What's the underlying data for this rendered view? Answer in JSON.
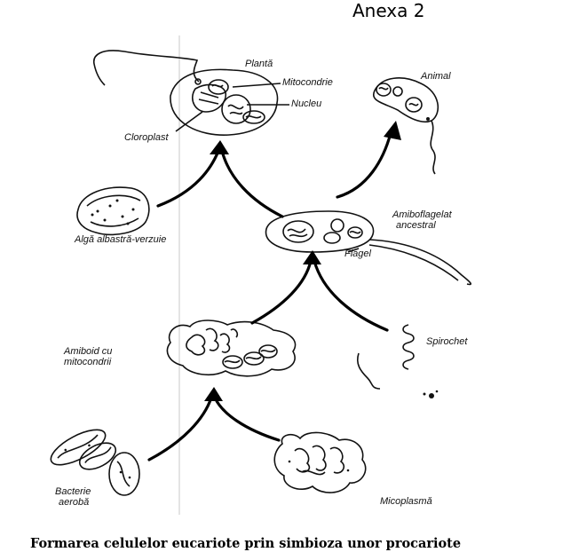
{
  "heading": "Anexa 2",
  "caption": "Formarea celulelor eucariote prin simbioza unor procariote",
  "labels": {
    "planta": "Plantă",
    "mitocondrie": "Mitocondrie",
    "nucleu": "Nucleu",
    "cloroplast": "Cloroplast",
    "animal": "Animal",
    "alga": "Algă albastră-verzuie",
    "amiboflagelat_1": "Amiboflagelat",
    "amiboflagelat_2": "ancestral",
    "flagel": "Flagel",
    "amiboid_1": "Amiboid cu",
    "amiboid_2": "mitocondrii",
    "spirochet": "Spirochet",
    "bacterie_1": "Bacterie",
    "bacterie_2": "aerobă",
    "micoplasma": "Micoplasmă"
  }
}
